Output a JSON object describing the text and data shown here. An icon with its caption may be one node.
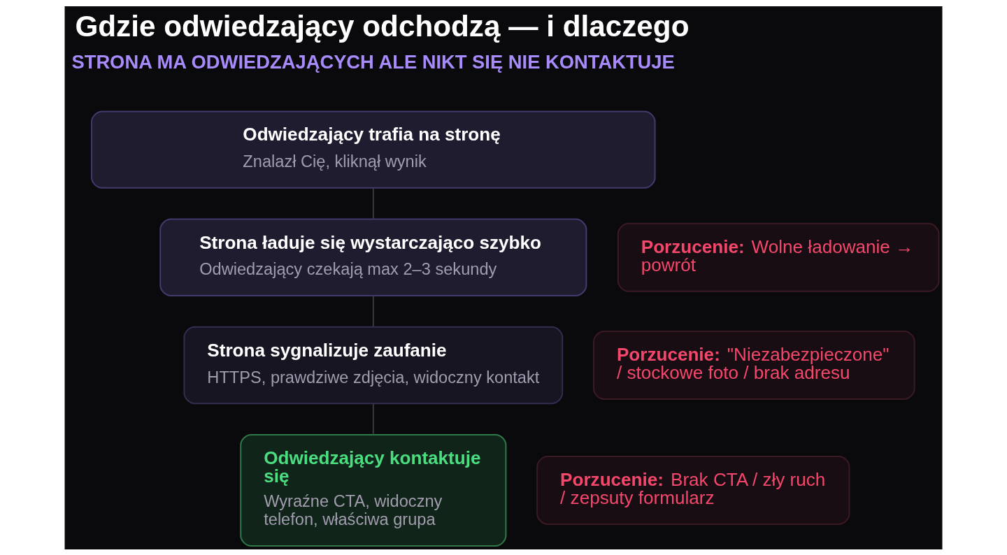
{
  "diagram": {
    "title": "Gdzie odwiedzający odchodzą — i dlaczego",
    "nodes": [
      {
        "text": [
          "Odwiedzający trafia na stronę",
          "Znalazł Cię, kliknął wynik"
        ]
      },
      {
        "text": [
          "Strona ładuje się wystarczająco szybko",
          "Odwiedzający czekają max 2–3 sekundy"
        ]
      },
      {
        "text": [
          "**Porzucenie:** Wolne ładowanie → powrót"
        ]
      },
      {
        "text": [
          "Strona sygnalizuje zaufanie",
          "HTTPS, prawdziwe zdjęcia, widoczny kontakt"
        ]
      },
      {
        "text": [
          "**Porzucenie:** \"Niezabezpieczone\" / stockowe foto / brak adresu"
        ]
      },
      {
        "text": [
          "Odwiedzający kontaktuje się",
          "Wyraźne CTA, widoczny telefon, właściwa grupa"
        ]
      },
      {
        "text": [
          "**Porzucenie:** Brak CTA / zły ruch / zepsuty formularz"
        ]
      }
    ],
    "edges": [
      {
        "from": 0,
        "to": 1,
        "arrow": "none"
      },
      {
        "from": 1,
        "to": 3,
        "arrow": "none"
      },
      {
        "from": 3,
        "to": 5,
        "arrow": "none"
      }
    ],
    "labels": [
      "STRONA MA ODWIEDZAJĄCYCH ALE NIKT SIĘ NIE KONTAKTUJE"
    ]
  }
}
